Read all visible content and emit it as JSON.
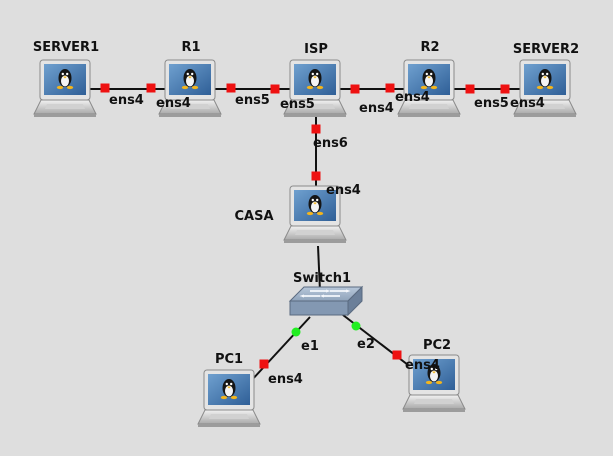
{
  "nodes": [
    {
      "id": "server1",
      "label": "SERVER1",
      "type": "host"
    },
    {
      "id": "r1",
      "label": "R1",
      "type": "host"
    },
    {
      "id": "isp",
      "label": "ISP",
      "type": "host"
    },
    {
      "id": "r2",
      "label": "R2",
      "type": "host"
    },
    {
      "id": "server2",
      "label": "SERVER2",
      "type": "host"
    },
    {
      "id": "casa",
      "label": "CASA",
      "type": "host"
    },
    {
      "id": "switch1",
      "label": "Switch1",
      "type": "switch"
    },
    {
      "id": "pc1",
      "label": "PC1",
      "type": "host"
    },
    {
      "id": "pc2",
      "label": "PC2",
      "type": "host"
    }
  ],
  "links": [
    {
      "from": "server1",
      "to": "r1",
      "ports": [
        "ens4",
        "ens4"
      ],
      "status": [
        "down",
        "down"
      ]
    },
    {
      "from": "r1",
      "to": "isp",
      "ports": [
        "ens5",
        "ens5"
      ],
      "status": [
        "down",
        "down"
      ]
    },
    {
      "from": "isp",
      "to": "r2",
      "ports": [
        "ens4",
        "ens4"
      ],
      "status": [
        "down",
        "down"
      ]
    },
    {
      "from": "r2",
      "to": "server2",
      "ports": [
        "ens5",
        "ens4"
      ],
      "status": [
        "down",
        "down"
      ]
    },
    {
      "from": "isp",
      "to": "casa",
      "ports": [
        "ens6",
        "ens4"
      ],
      "status": [
        "down",
        "down"
      ]
    },
    {
      "from": "casa",
      "to": "switch1",
      "ports": [
        "",
        ""
      ],
      "status": [
        "",
        ""
      ]
    },
    {
      "from": "switch1",
      "to": "pc1",
      "ports": [
        "e1",
        "ens4"
      ],
      "status": [
        "up",
        "down"
      ]
    },
    {
      "from": "switch1",
      "to": "pc2",
      "ports": [
        "e2",
        "ens4"
      ],
      "status": [
        "up",
        "down"
      ]
    }
  ],
  "colors": {
    "background": "#dedede",
    "link": "#111111",
    "port_down": "#ee1111",
    "port_up": "#22ee22"
  },
  "icons": {
    "host": "linux-laptop-icon",
    "switch": "ethernet-switch-icon"
  }
}
